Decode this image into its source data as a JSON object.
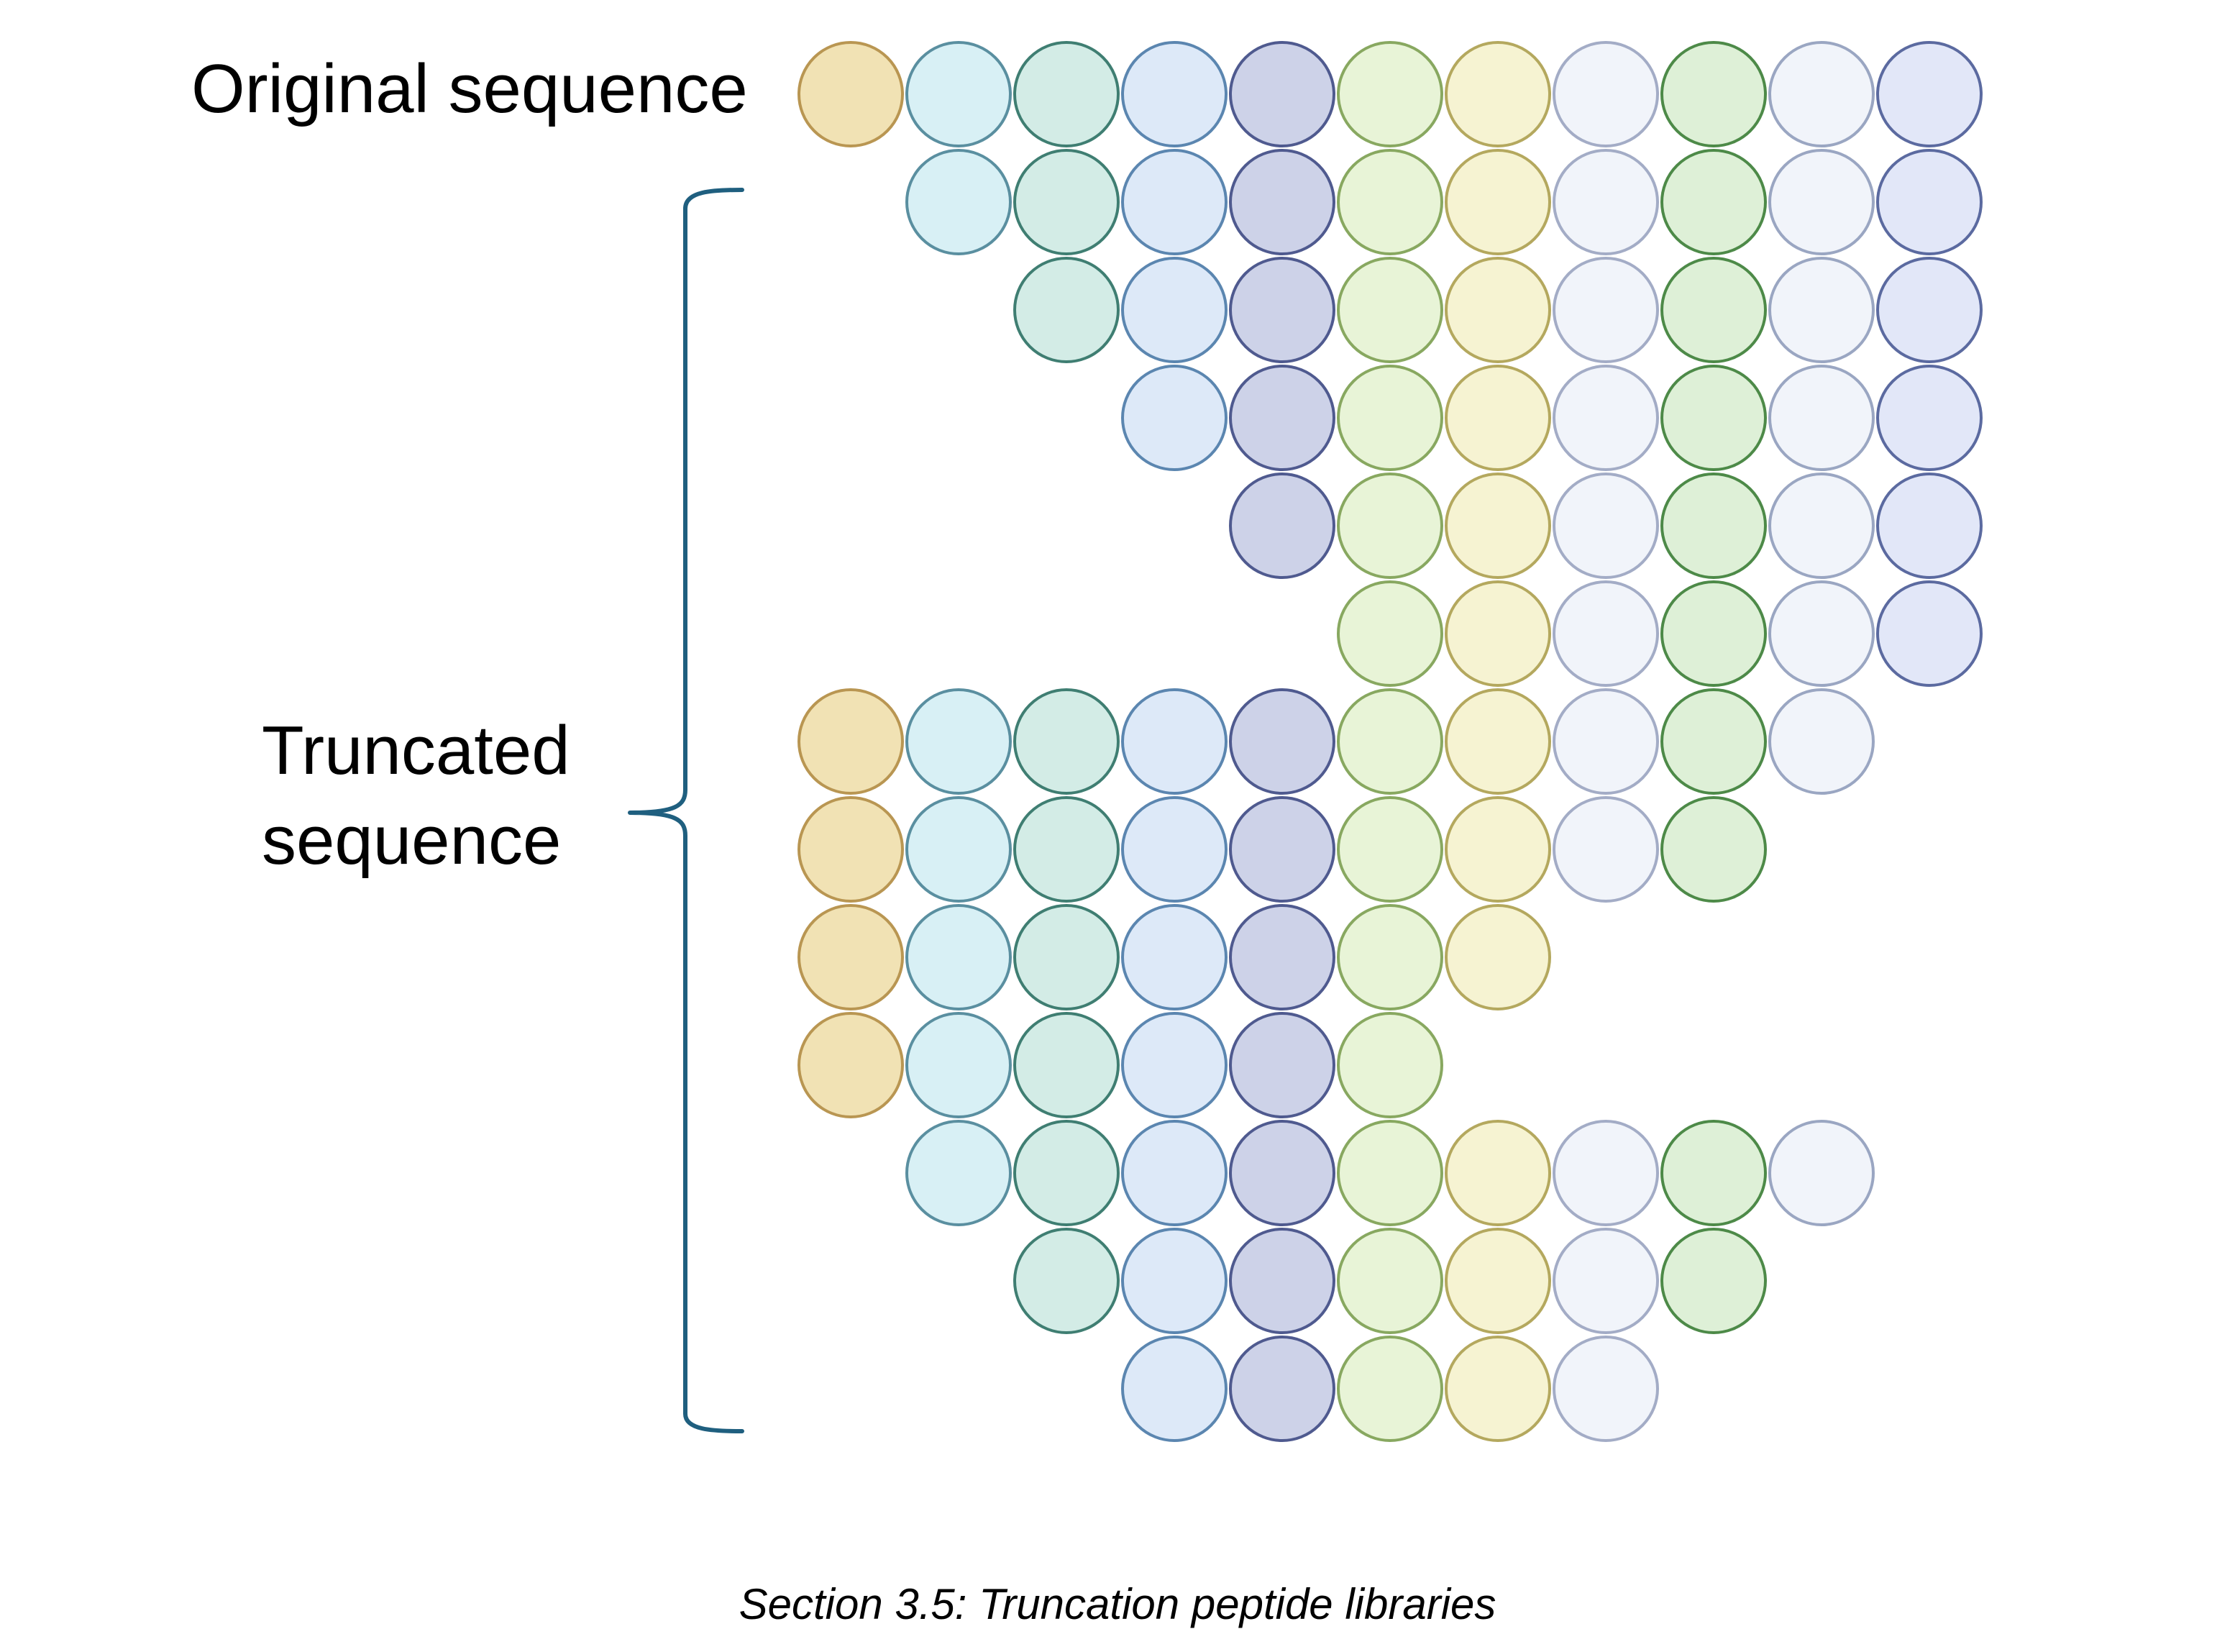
{
  "labels": {
    "original": "Original sequence",
    "truncated_line1": "Truncated",
    "truncated_line2": "sequence"
  },
  "caption": "Section 3.5: Truncation peptide libraries",
  "colors": {
    "bracket": "#1f5f7f",
    "residues": [
      {
        "fill": "#f1e2b4",
        "stroke": "#b99652"
      },
      {
        "fill": "#d8f0f5",
        "stroke": "#5a8fa0"
      },
      {
        "fill": "#d3ece6",
        "stroke": "#3f7e72"
      },
      {
        "fill": "#dde9f8",
        "stroke": "#5b86b0"
      },
      {
        "fill": "#cdd2e8",
        "stroke": "#4f5a8f"
      },
      {
        "fill": "#e8f4d7",
        "stroke": "#88a860"
      },
      {
        "fill": "#f6f3d2",
        "stroke": "#b4a85e"
      },
      {
        "fill": "#f1f4fa",
        "stroke": "#a3acc6"
      },
      {
        "fill": "#def0d7",
        "stroke": "#4d8a48"
      },
      {
        "fill": "#f1f4fa",
        "stroke": "#9aa6c2"
      },
      {
        "fill": "#e2e7f8",
        "stroke": "#5b6aa0"
      }
    ]
  },
  "sequence": {
    "original": {
      "start": 0,
      "end": 10
    },
    "truncated": [
      {
        "start": 1,
        "end": 10
      },
      {
        "start": 2,
        "end": 10
      },
      {
        "start": 3,
        "end": 10
      },
      {
        "start": 4,
        "end": 10
      },
      {
        "start": 5,
        "end": 10
      },
      {
        "start": 0,
        "end": 9
      },
      {
        "start": 0,
        "end": 8
      },
      {
        "start": 0,
        "end": 6
      },
      {
        "start": 0,
        "end": 5
      },
      {
        "start": 1,
        "end": 9
      },
      {
        "start": 2,
        "end": 8
      },
      {
        "start": 3,
        "end": 7
      }
    ]
  }
}
